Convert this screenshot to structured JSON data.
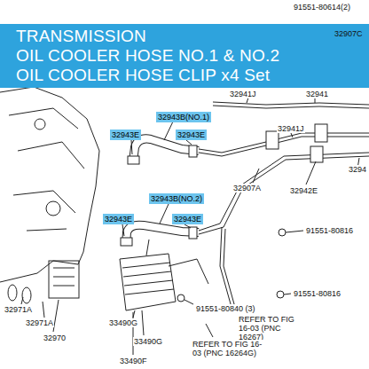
{
  "diagram": {
    "nodes": [
      {
        "text": [
          "TRANSMISSION",
          "OIL COOLER HOSE NO.1 & NO.2",
          "OIL COOLER HOSE CLIP x4 Set"
        ]
      }
    ],
    "labels": [
      "91551-80614(2)",
      "32907C",
      "32941J",
      "32941",
      "32943B(NO.1)",
      "32943E",
      "32943E",
      "32941J",
      "3294",
      "32907A",
      "32942E",
      "32943B(NO.2)",
      "32943E",
      "32943E",
      "91551-80816",
      "32971A",
      "91551-80816",
      "32971A",
      "32970",
      "33490G",
      "91551-80840 (3)",
      "REFER TO FIG 16-03 (PNC 16267)",
      "33490G",
      "33490F",
      "REFER TO FIG 16-03 (PNC 16264G)"
    ]
  }
}
